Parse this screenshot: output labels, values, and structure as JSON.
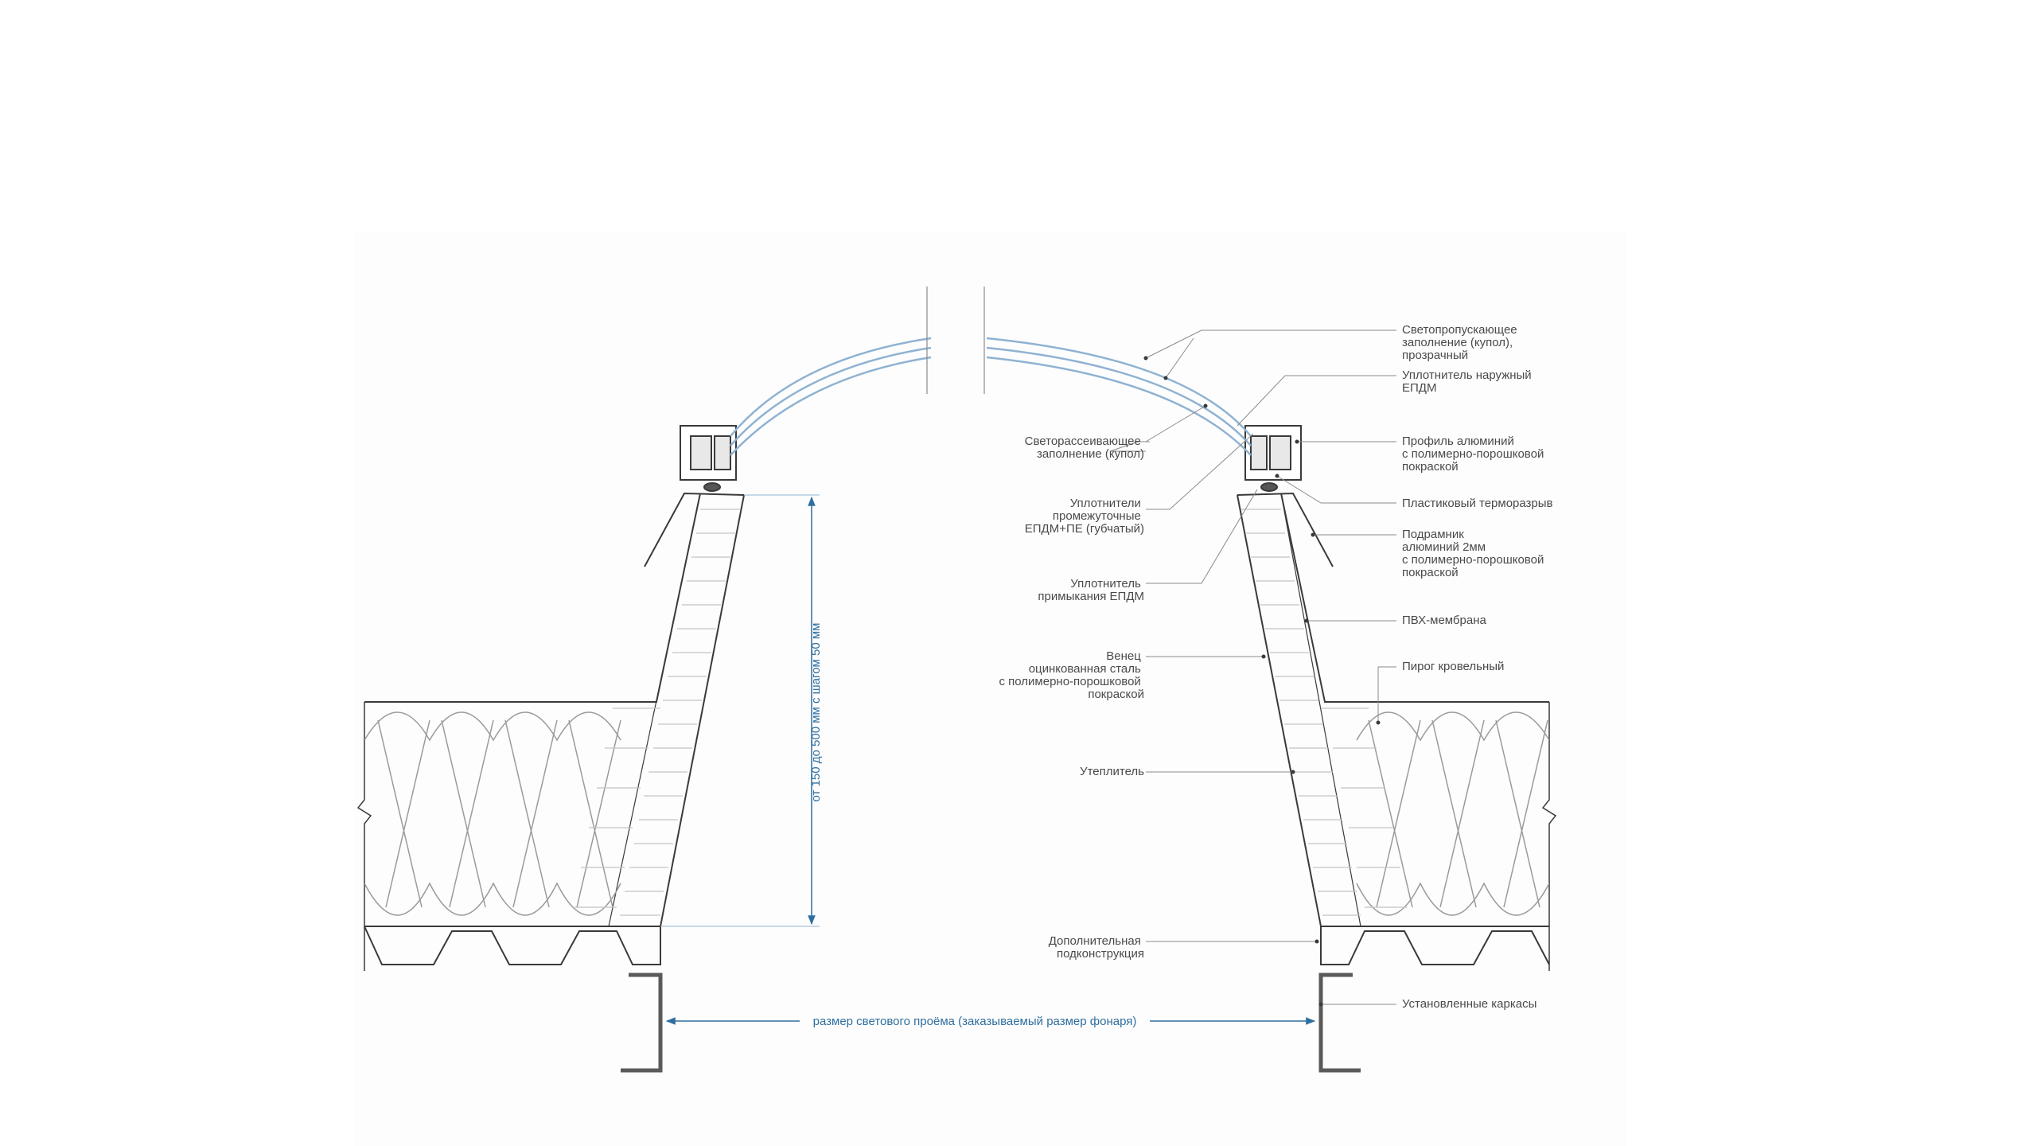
{
  "diagram": {
    "colors": {
      "line": "#3a3a3a",
      "leader": "#8a8a8a",
      "glass": "#8fb2d2",
      "dimension": "#2f6f9f",
      "text": "#4a4a4a",
      "steel": "#5a5a5a"
    },
    "labels": {
      "dome_transparent": [
        "Светопропускающее",
        "заполнение (купол),",
        "прозрачный"
      ],
      "seal_outer": [
        "Уплотнитель наружный",
        "ЕПДМ"
      ],
      "profile_aluminum": [
        "Профиль алюминий",
        "с полимерно-порошковой",
        "покраской"
      ],
      "thermal_break": [
        "Пластиковый терморазрыв"
      ],
      "subframe": [
        "Подрамник",
        "алюминий 2мм",
        "с полимерно-порошковой",
        "покраской"
      ],
      "pvc_membrane": [
        "ПВХ-мембрана"
      ],
      "roof_cake": [
        "Пирог кровельный"
      ],
      "installed_frames": [
        "Установленные каркасы"
      ],
      "dome_diffusing": [
        "Светорассеивающее",
        "заполнение (купол)"
      ],
      "seals_intermediate": [
        "Уплотнители",
        "промежуточные",
        "ЕПДМ+ПЕ (губчатый)"
      ],
      "seal_junction": [
        "Уплотнитель",
        "примыкания ЕПДМ"
      ],
      "curb": [
        "Венец",
        "оцинкованная сталь",
        "с полимерно-порошковой",
        "покраской"
      ],
      "insulation": [
        "Утеплитель"
      ],
      "extra_substructure": [
        "Дополнительная",
        "подконструкция"
      ]
    },
    "dimensions": {
      "curb_height": "от 150 до 500 мм с шагом 50 мм",
      "opening_size": "размер светового проёма (заказываемый размер фонаря)"
    }
  }
}
